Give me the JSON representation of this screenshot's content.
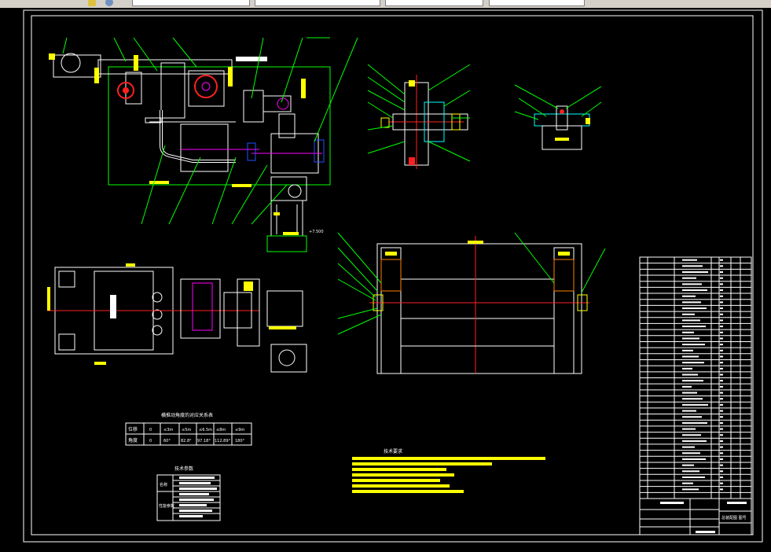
{
  "toolbar": {
    "layer_field_text": "",
    "right_field_label": ""
  },
  "drawing": {
    "colors": {
      "background": "#000000",
      "frame": "#ffffff",
      "outline": "#ffffff",
      "leader": "#00ff00",
      "dim_text": "#ffff00",
      "part_red": "#ff2020",
      "part_magenta": "#ff00ff",
      "part_cyan": "#00ffff",
      "part_blue": "#2050ff"
    },
    "speed_table": {
      "title": "横推动角度的对应关系表",
      "headers": [
        "",
        "",
        "",
        "",
        "",
        ""
      ],
      "row1_label": "位移",
      "row1": [
        "0",
        "≤3m",
        "≤5m",
        "≤6.5m",
        "≤8m",
        "≤9m"
      ],
      "row2_label": "角度",
      "row2": [
        "0",
        "60°",
        "82.8°",
        "97.18°",
        "112.89°",
        "180°"
      ]
    },
    "tech_params": {
      "title": "技术参数",
      "rows": [
        "",
        "",
        "",
        "",
        "",
        "",
        "",
        ""
      ],
      "left_labels": [
        "名称",
        "性能参数"
      ]
    },
    "tech_requirements": {
      "title": "技术要求"
    },
    "title_block": {
      "drawing_name": "总装配图 图号",
      "scale": "",
      "sheet": ""
    },
    "bom_rows": 40,
    "speed_label": "+7.500"
  }
}
